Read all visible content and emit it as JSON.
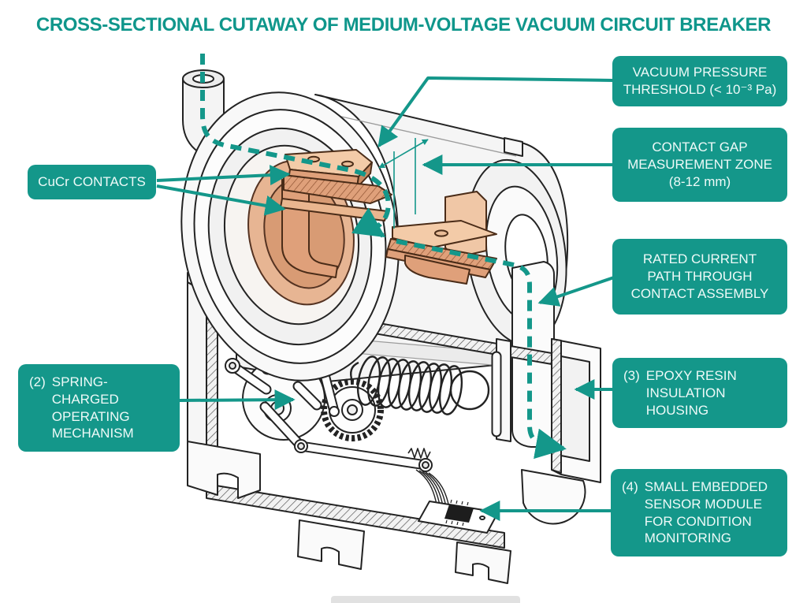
{
  "title": "CROSS-SECTIONAL CUTAWAY OF MEDIUM-VOLTAGE VACUUM CIRCUIT BREAKER",
  "colors": {
    "teal": "#14978a",
    "teal_title": "#0f968b",
    "copper_light": "#f3cba8",
    "copper_mid": "#dfa07a",
    "copper_dark": "#c98a62",
    "line": "#222222"
  },
  "callouts": {
    "vacuum_pressure": {
      "text": "VACUUM PRESSURE\nTHRESHOLD (< 10⁻³ Pa)"
    },
    "contact_gap": {
      "text": "CONTACT GAP\nMEASUREMENT ZONE\n(8-12 mm)"
    },
    "rated_current": {
      "text": "RATED CURRENT\nPATH THROUGH\nCONTACT ASSEMBLY"
    },
    "epoxy_resin": {
      "number": "(3)",
      "text": "EPOXY RESIN\nINSULATION\nHOUSING"
    },
    "sensor_module": {
      "number": "(4)",
      "text": "SMALL EMBEDDED\nSENSOR MODULE\nFOR CONDITION\nMONITORING"
    },
    "cucr_contacts": {
      "text": "CuCr CONTACTS"
    },
    "spring_mechanism": {
      "number": "(2)",
      "text": "SPRING-CHARGED\nOPERATING\nMECHANISM"
    }
  }
}
